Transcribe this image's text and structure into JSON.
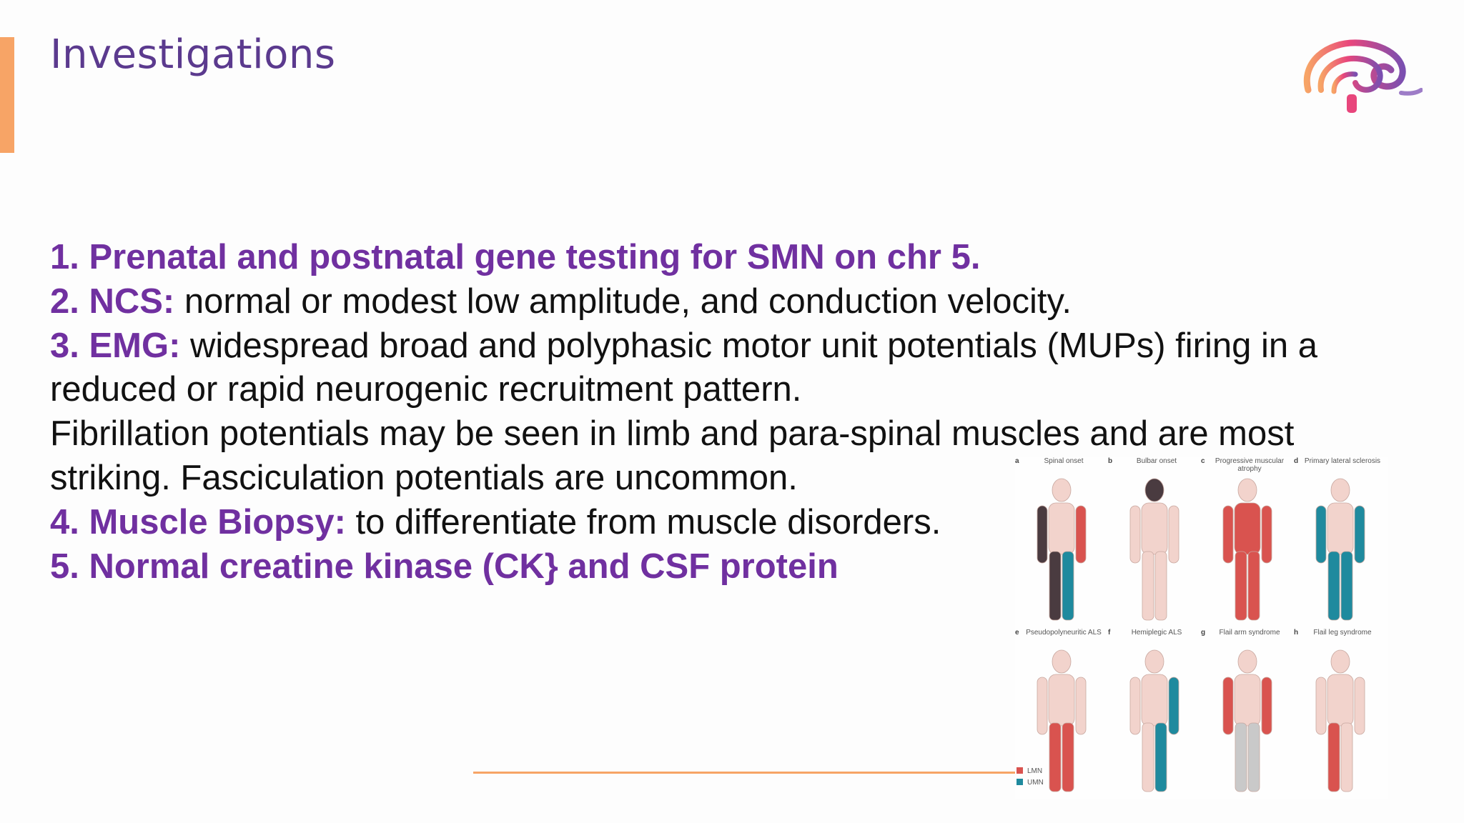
{
  "slide": {
    "title": "Investigations"
  },
  "items": [
    {
      "label": "1. Prenatal and postnatal gene testing for SMN on chr 5.",
      "text": ""
    },
    {
      "label": "2. NCS:",
      "text": " normal or modest low amplitude, and conduction velocity."
    },
    {
      "label": "3. EMG:",
      "text": " widespread broad and polyphasic motor unit potentials (MUPs) firing in a reduced or rapid neurogenic recruitment pattern."
    },
    {
      "label": "",
      "text": "Fibrillation potentials may be seen in limb and para-spinal muscles and are most striking. Fasciculation potentials are uncommon."
    },
    {
      "label": "4. Muscle Biopsy:",
      "text": " to differentiate from muscle disorders."
    },
    {
      "label": "5. Normal creatine kinase (CK} and CSF protein",
      "text": ""
    }
  ],
  "figure": {
    "panels": [
      {
        "letter": "a",
        "caption": "Spinal onset"
      },
      {
        "letter": "b",
        "caption": "Bulbar onset"
      },
      {
        "letter": "c",
        "caption": "Progressive muscular atrophy"
      },
      {
        "letter": "d",
        "caption": "Primary lateral sclerosis"
      },
      {
        "letter": "e",
        "caption": "Pseudopolyneuritic ALS"
      },
      {
        "letter": "f",
        "caption": "Hemiplegic ALS"
      },
      {
        "letter": "g",
        "caption": "Flail arm syndrome"
      },
      {
        "letter": "h",
        "caption": "Flail leg syndrome"
      }
    ],
    "legend": [
      {
        "label": "LMN",
        "color": "#d9534f"
      },
      {
        "label": "UMN",
        "color": "#1f8a9e"
      }
    ]
  },
  "colors": {
    "accent": "#f7a466",
    "title": "#5b3a8e",
    "highlight": "#7030a0",
    "lmn": "#d9534f",
    "umn": "#1f8a9e",
    "dark": "#4a3b40",
    "skin": "#f2d3cc"
  },
  "icons": {
    "logo": "brain-signal-logo"
  }
}
